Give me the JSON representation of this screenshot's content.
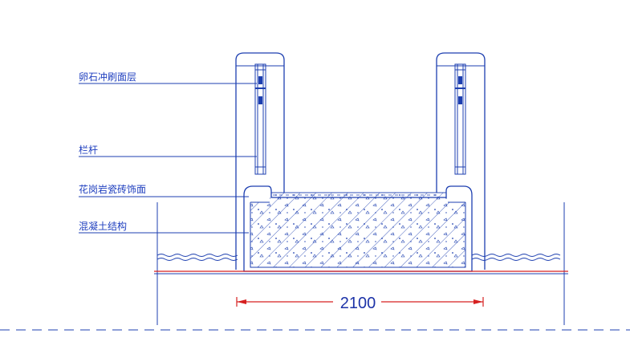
{
  "labels": {
    "stone_layer": "卵石冲刷面层",
    "railing": "栏杆",
    "granite": "花岗岩瓷砖饰面",
    "concrete": "混凝土结构"
  },
  "dimension": {
    "value": "2100"
  },
  "colors": {
    "line": "#1d3fb0",
    "dimension": "#d62020",
    "label": "#1f3fbf"
  }
}
